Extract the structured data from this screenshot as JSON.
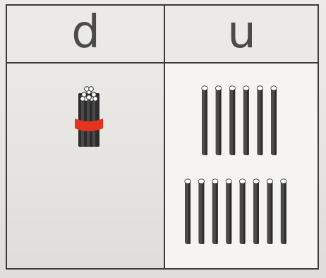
{
  "columns": [
    {
      "key": "d",
      "label": "d"
    },
    {
      "key": "u",
      "label": "u"
    }
  ],
  "tens": {
    "bundles": 1,
    "band_color": "#e4331f"
  },
  "ones": {
    "rows": [
      6,
      8
    ],
    "total": 14
  },
  "colors": {
    "stick": "#4a4a4a",
    "stick_shadow": "#2d2d2d",
    "stick_tip": "#ffffff",
    "grid": "#3a3a3a",
    "header_text": "#4b4b4b"
  }
}
